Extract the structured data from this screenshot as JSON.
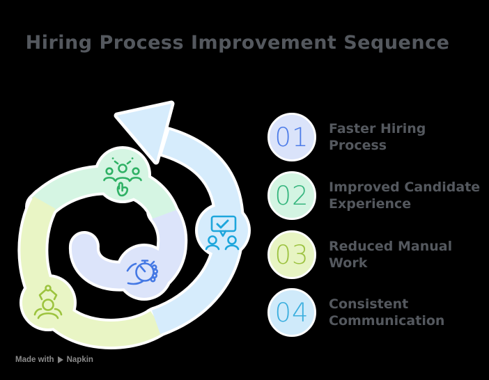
{
  "title": "Hiring Process Improvement Sequence",
  "steps": [
    {
      "number": "01",
      "label": "Faster Hiring Process",
      "accent": "#4d7ce8",
      "circle_fill": "#dae3fa"
    },
    {
      "number": "02",
      "label": "Improved Candidate\nExperience",
      "accent": "#35b57d",
      "circle_fill": "#d3f4e2"
    },
    {
      "number": "03",
      "label": "Reduced Manual\nWork",
      "accent": "#9cc23f",
      "circle_fill": "#e7f4c3"
    },
    {
      "number": "04",
      "label": "Consistent\nCommunication",
      "accent": "#3aaede",
      "circle_fill": "#cfeafa"
    }
  ],
  "footer": {
    "made_with": "Made with",
    "brand": "Napkin"
  },
  "diagram": {
    "type": "spiral-circular-arrow",
    "flow": "counter-clockwise outward, ending in arrowhead pointing up-left",
    "icons": [
      "stopwatch-in-hand-icon",
      "candidate-selection-icon",
      "talent-pick-claw-icon",
      "interview-communication-icon"
    ],
    "colors": {
      "outline": "#ffffff",
      "lavender_band": "#dce4fa",
      "mint_band": "#d5f5e3",
      "lime_band": "#e9f5c5",
      "blue_band": "#d6ecfc",
      "icon_blue": "#4478e4",
      "icon_green": "#2fb165",
      "icon_olive": "#9cc33e",
      "icon_cyan": "#1ea6dc"
    }
  }
}
